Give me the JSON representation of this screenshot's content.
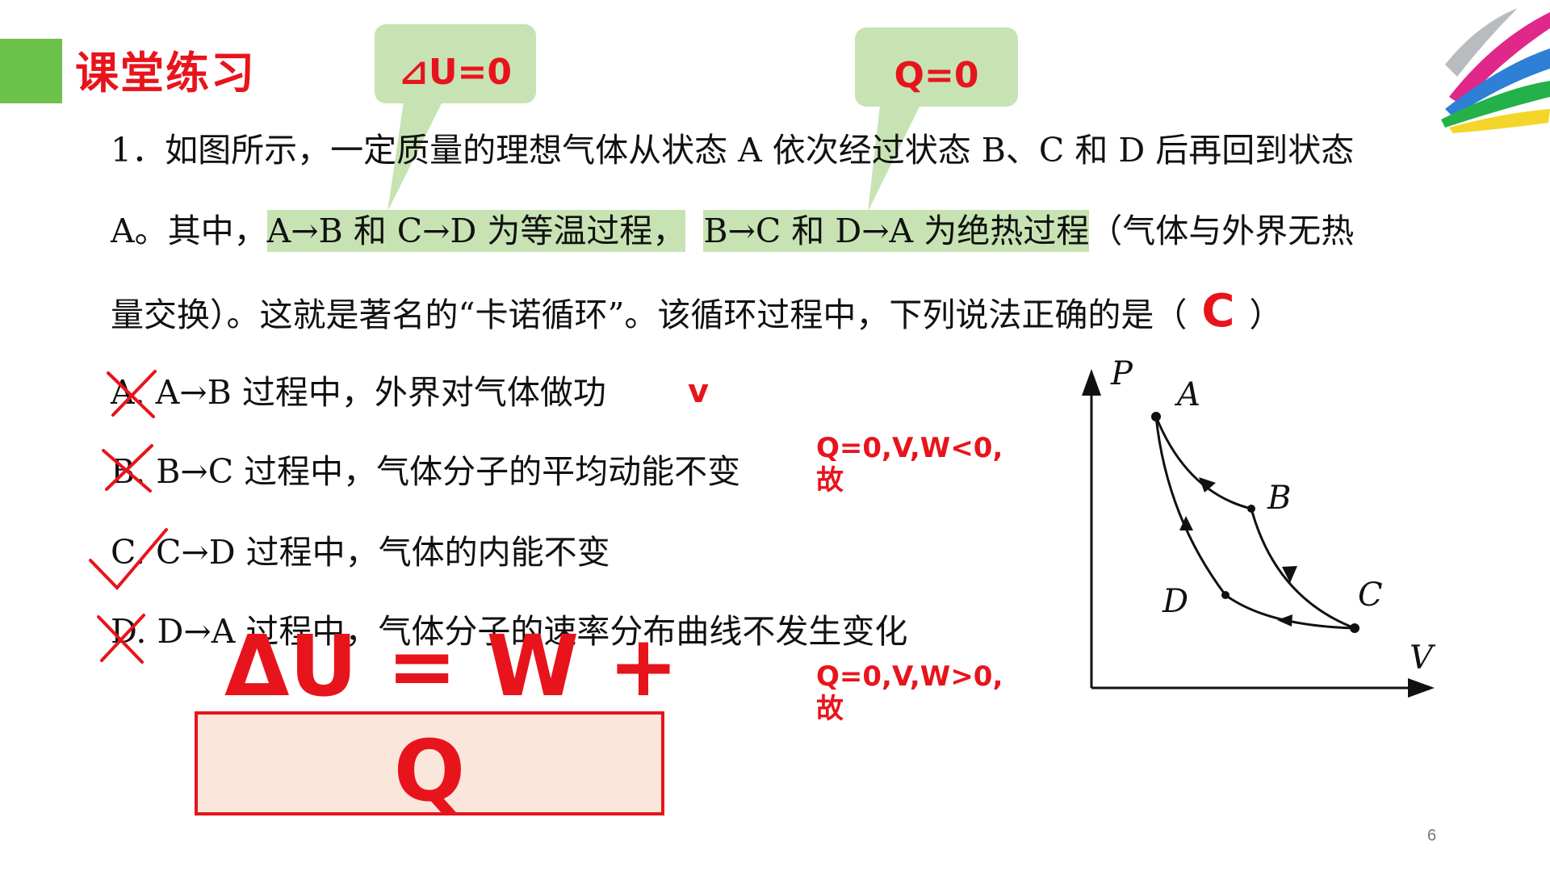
{
  "header": {
    "title": "课堂练习",
    "callout_left": "⊿U=0",
    "callout_right": "Q=0"
  },
  "question": {
    "line1": "1．如图所示，一定质量的理想气体从状态 A 依次经过状态 B、C 和 D 后再回到状态",
    "line2_prefix": "A。其中，",
    "line2_hl1": "A→B 和 C→D 为等温过程，",
    "line2_hl2": "B→C 和 D→A 为绝热过程",
    "line2_suffix": "（气体与外界无热",
    "line3_prefix": "量交换）。这就是著名的“卡诺循环”。该循环过程中，下列说法正确的是（",
    "answer": "C",
    "line3_suffix": "）"
  },
  "options": [
    {
      "label": "A.",
      "text": "A→B 过程中，外界对气体做功",
      "mark": "cross"
    },
    {
      "label": "B.",
      "text": "B→C 过程中，气体分子的平均动能不变",
      "mark": "cross"
    },
    {
      "label": "C.",
      "text": "C→D 过程中，气体的内能不变",
      "mark": "check"
    },
    {
      "label": "D.",
      "text": "D→A 过程中，气体分子的速率分布曲线不发生变化",
      "mark": "cross"
    }
  ],
  "annotations": {
    "v_mark": "v",
    "note_bc_line1": "Q=0,V,W<0,",
    "note_bc_line2": "故",
    "note_da_line1": "Q=0,V,W>0,",
    "note_da_line2": "故"
  },
  "formula": {
    "main": "ΔU = W +",
    "box": "Q"
  },
  "diagram": {
    "axis_y": "P",
    "axis_x": "V",
    "points": [
      "A",
      "B",
      "C",
      "D"
    ]
  },
  "page_number": "6",
  "colors": {
    "accent_red": "#e8141c",
    "highlight_green": "#c7e3b3",
    "bar_green": "#6cc24a",
    "box_fill": "#fbe6db"
  }
}
